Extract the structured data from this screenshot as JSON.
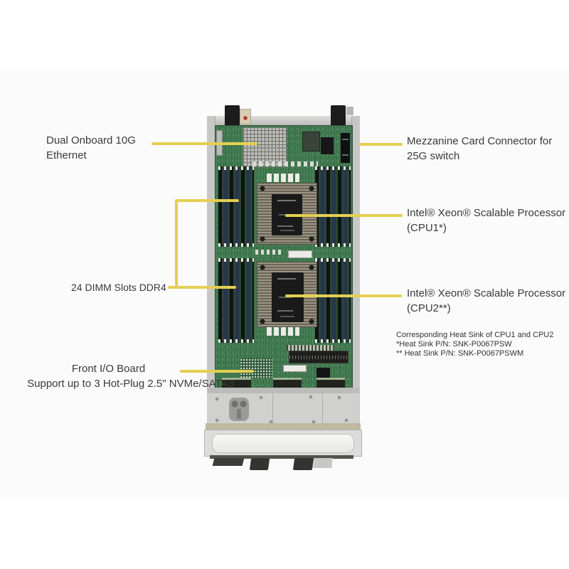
{
  "colors": {
    "callout_line": "#e5cf52",
    "label_text": "#3a3a3a",
    "pcb_green": "#3f7a4e",
    "heatsink_fin": "#8d8675",
    "dimm_slot": "#151a24",
    "tray_metal": "#cfcfcd",
    "bezel_trim": "#c6bda2"
  },
  "callouts": {
    "dual_ethernet": {
      "lines": [
        "Dual Onboard 10G",
        "Ethernet"
      ]
    },
    "mezzanine": {
      "lines": [
        "Mezzanine  Card Connector for",
        "25G switch"
      ]
    },
    "cpu1": {
      "lines": [
        "Intel® Xeon® Scalable Processor",
        "(CPU1*)"
      ]
    },
    "dimm_slots": {
      "lines": [
        "24 DIMM Slots DDR4"
      ]
    },
    "cpu2": {
      "lines": [
        "Intel® Xeon® Scalable Processor",
        "(CPU2**)"
      ]
    },
    "heatsink_note": {
      "lines": [
        "Corresponding Heat Sink of CPU1 and CPU2",
        "*Heat Sink P/N:  SNK-P0067PSW",
        "** Heat Sink P/N: SNK-P0067PSWM"
      ]
    },
    "front_io": {
      "lines": [
        "Front I/O  Board",
        "Support up to 3 Hot-Plug 2.5\" NVMe/SATA3"
      ]
    }
  }
}
